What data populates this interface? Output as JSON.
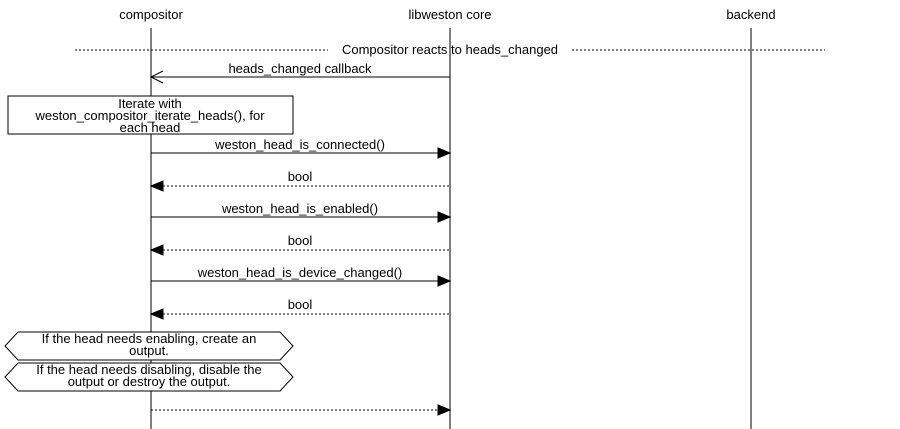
{
  "diagram": {
    "kind": "sequence-diagram",
    "actors": [
      {
        "label": "compositor"
      },
      {
        "label": "libweston core"
      },
      {
        "label": "backend"
      }
    ],
    "divider": {
      "label": "Compositor reacts to heads_changed"
    },
    "note": {
      "line1": "Iterate with",
      "line2": "weston_compositor_iterate_heads(), for",
      "line3": "each head"
    },
    "messages": [
      {
        "label": "heads_changed callback",
        "from": "libweston core",
        "to": "compositor",
        "line": "solid",
        "arrowhead": "open"
      },
      {
        "label": "weston_head_is_connected()",
        "from": "compositor",
        "to": "libweston core",
        "line": "solid",
        "arrowhead": "filled"
      },
      {
        "label": "bool",
        "from": "libweston core",
        "to": "compositor",
        "line": "dotted",
        "arrowhead": "filled"
      },
      {
        "label": "weston_head_is_enabled()",
        "from": "compositor",
        "to": "libweston core",
        "line": "solid",
        "arrowhead": "filled"
      },
      {
        "label": "bool",
        "from": "libweston core",
        "to": "compositor",
        "line": "dotted",
        "arrowhead": "filled"
      },
      {
        "label": "weston_head_is_device_changed()",
        "from": "compositor",
        "to": "libweston core",
        "line": "solid",
        "arrowhead": "filled"
      },
      {
        "label": "bool",
        "from": "libweston core",
        "to": "compositor",
        "line": "dotted",
        "arrowhead": "filled"
      },
      {
        "label": "",
        "from": "compositor",
        "to": "libweston core",
        "line": "dotted",
        "arrowhead": "filled"
      }
    ],
    "conditions": [
      {
        "line1": "If the head needs enabling, create an",
        "line2": "output."
      },
      {
        "line1": "If the head needs disabling, disable the",
        "line2": "output or destroy the output."
      }
    ],
    "colors": {
      "foreground": "#000000",
      "background": "#ffffff"
    }
  }
}
